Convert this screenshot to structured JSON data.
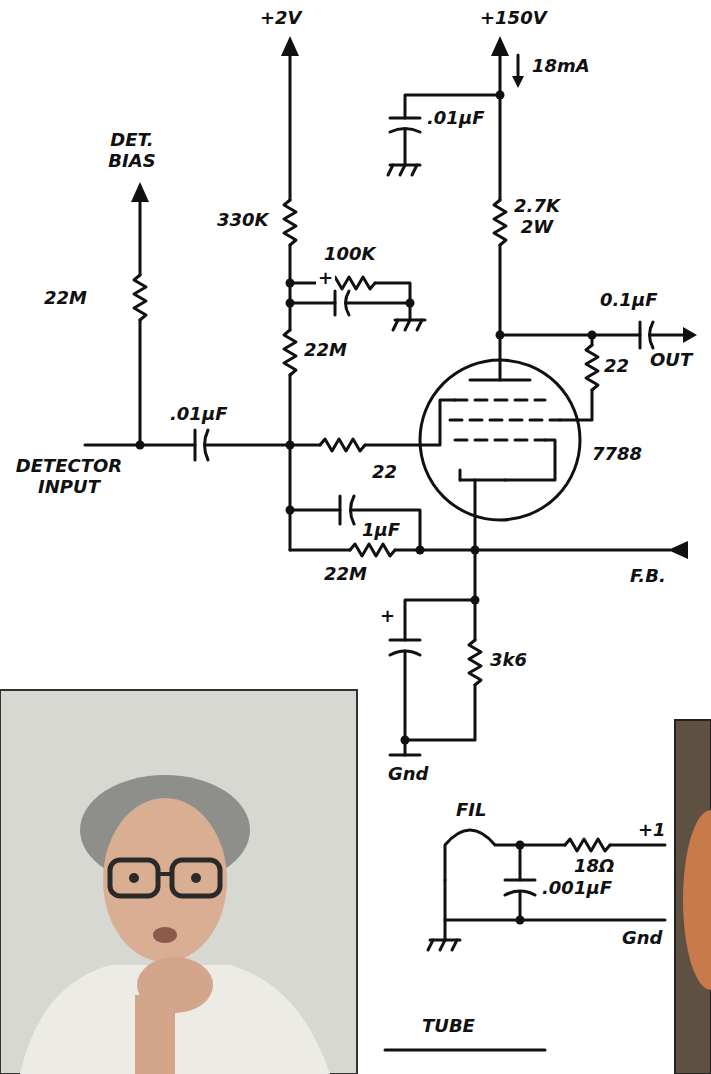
{
  "diagram": {
    "labels": [
      "+150V",
      "18mA",
      ".01µF",
      "2.7K 2W",
      "0.1µF",
      "OUT",
      "22",
      "7788",
      "+2V",
      "DET. BIAS",
      "330K",
      "100K",
      "+",
      "22M",
      "22M",
      ".01µF",
      "DETECTOR INPUT",
      "22",
      "1µF",
      "22M",
      "F.B.",
      "+",
      "3k6",
      "Gnd",
      "FIL",
      "+1",
      "18Ω",
      ".001µF",
      "Gnd",
      "TUBE"
    ]
  }
}
